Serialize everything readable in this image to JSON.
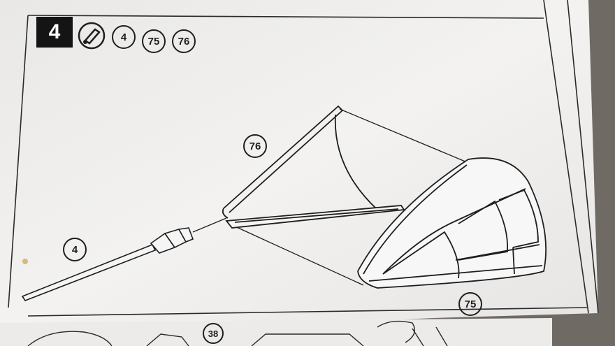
{
  "step": {
    "number": "4"
  },
  "header_callouts": [
    "4",
    "75",
    "76"
  ],
  "part_labels": {
    "part_76": "76",
    "part_4": "4",
    "part_75": "75",
    "part_38": "38"
  },
  "icons": {
    "tool": "glue-tube-icon"
  },
  "colors": {
    "paper": "#f1f0ee",
    "ink": "#1e1e1e",
    "badge": "#141414",
    "background": "#6f6a64"
  }
}
